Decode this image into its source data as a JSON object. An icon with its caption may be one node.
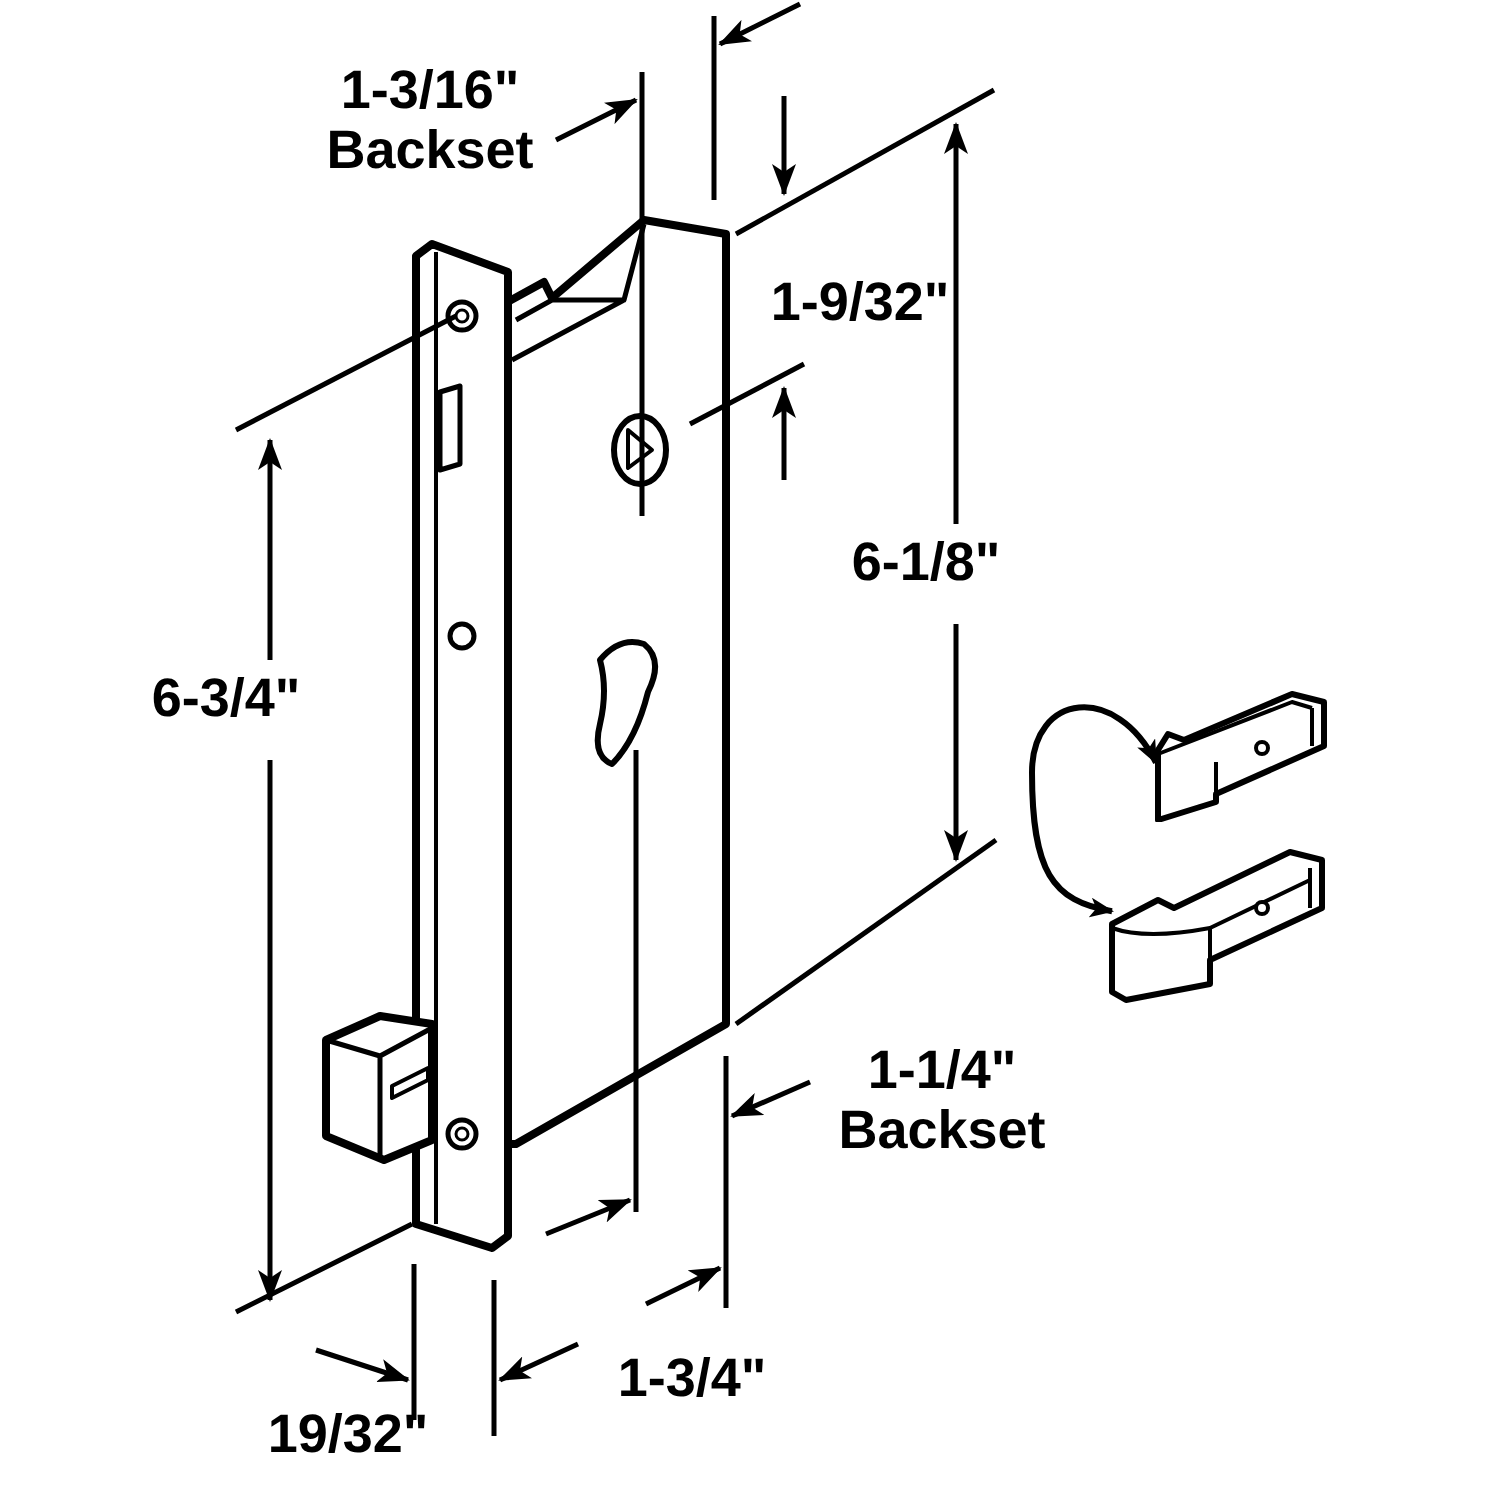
{
  "diagram": {
    "nodes": [
      {
        "text": [],
        "shape": "picture"
      },
      {
        "text": [],
        "shape": "picture"
      }
    ],
    "edges": [
      {
        "from": 0,
        "to": 1,
        "arrow": "both"
      }
    ],
    "labels": [
      "1-3/16\" Backset",
      "1-9/32\"",
      "6-1/8\"",
      "6-3/4\"",
      "1-1/4\" Backset",
      "1-3/4\"",
      "19/32\""
    ]
  }
}
